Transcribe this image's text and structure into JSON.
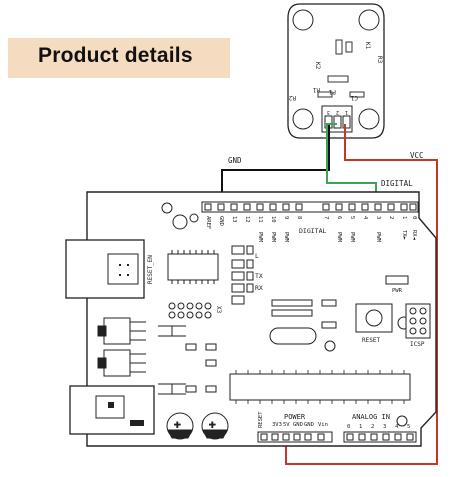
{
  "banner": {
    "title": "Product details",
    "color": "#f5dcc1"
  },
  "wires": {
    "gnd": "GND",
    "digital": "DIGITAL",
    "vcc": "VCC",
    "gnd_color": "#111111",
    "signal_color": "#3aa655",
    "power_color": "#c0392b"
  },
  "module": {
    "labels": [
      "K2",
      "K1",
      "R2",
      "R1",
      "P1",
      "C1",
      "R3"
    ],
    "pins": [
      "3",
      "2",
      "1"
    ]
  },
  "board": {
    "digital_header": [
      "AREF",
      "GND",
      "13",
      "12",
      "11",
      "10",
      "9",
      "8",
      "7",
      "6",
      "5",
      "4",
      "3",
      "2",
      "1",
      "0"
    ],
    "pwm_label": "PWM",
    "digital_label": "DIGITAL",
    "tx_label": "TX",
    "rx_label": "RX",
    "rx_pin_label": "RX◄",
    "tx_pin_label": "TX►",
    "l_label": "L",
    "reset_en_label": "RESET_EN",
    "x3_label": "X3",
    "pwr_label": "PWR",
    "reset_button_label": "RESET",
    "icsp_label": "ICSP",
    "power_label": "POWER",
    "analog_label": "ANALOG IN",
    "power_pins": [
      "RESET",
      "3V3",
      "5V",
      "GND",
      "GND",
      "Vin"
    ],
    "analog_pins": [
      "0",
      "1",
      "2",
      "3",
      "4",
      "5"
    ]
  }
}
